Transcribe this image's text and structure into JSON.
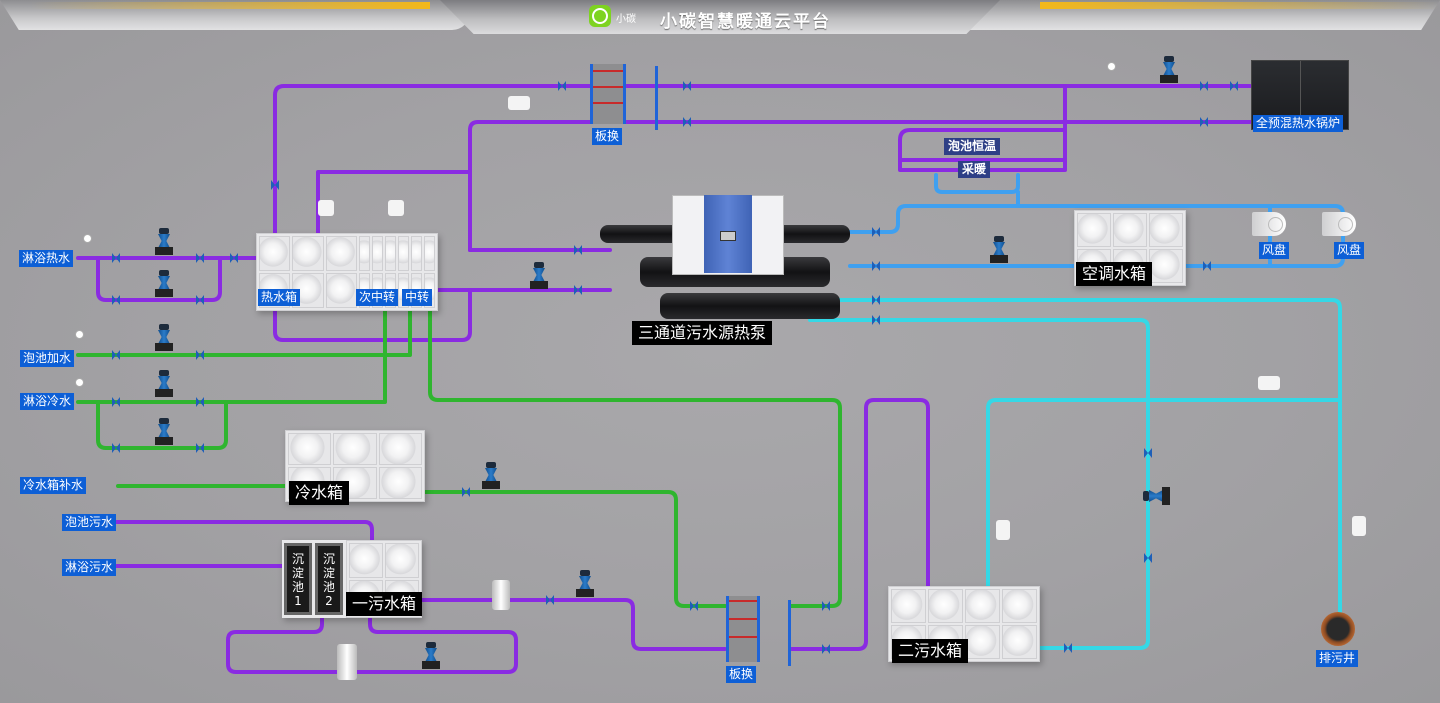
{
  "header": {
    "logo_text": "小碳",
    "title": "小碳智慧暖通云平台"
  },
  "colors": {
    "hot_pipe": "#8a2be2",
    "cold_pipe": "#2fb52f",
    "ac_pipe": "#3fa0f0",
    "sewage_pipe": "#35d8e6",
    "label_blue": "#0d5fd6",
    "label_dark": "#2e3f86",
    "accent_stripe": "#f3b81a",
    "logo_green": "#7ed321"
  },
  "inlet_labels": {
    "shower_hot": "淋浴热水",
    "pool_fill": "泡池加水",
    "shower_cold": "淋浴冷水",
    "cold_tank_makeup": "冷水箱补水",
    "pool_sewage": "泡池污水",
    "shower_sewage": "淋浴污水"
  },
  "equipment": {
    "hot_tank": "热水箱",
    "secondary_transfer": "次中转",
    "transfer": "中转",
    "plate_hx_top": "板换",
    "plate_hx_bottom": "板换",
    "pool_constant_temp": "泡池恒温",
    "heating": "采暖",
    "boiler": "全预混热水锅炉",
    "heat_pump": "三通道污水源热泵",
    "ac_tank": "空调水箱",
    "fan_coil_1": "风盘",
    "fan_coil_2": "风盘",
    "cold_tank": "冷水箱",
    "settling_1": "沉淀池1",
    "settling_2": "沉淀池2",
    "sewage_tank_1": "一污水箱",
    "sewage_tank_2": "二污水箱",
    "drain_well": "排污井"
  }
}
